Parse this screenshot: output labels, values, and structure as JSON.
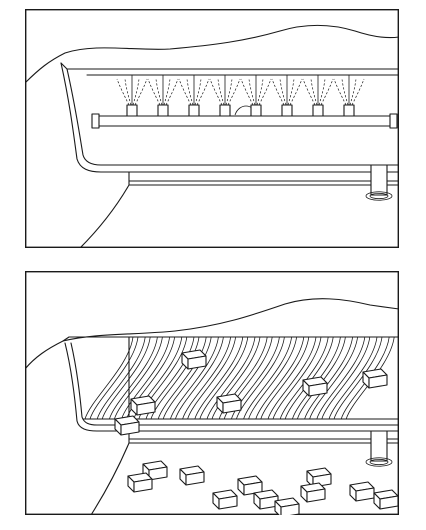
{
  "figure": {
    "panels": [
      {
        "id": "top",
        "label": "",
        "nozzle_count": 8
      },
      {
        "id": "bottom",
        "label": "",
        "slat_count": 22,
        "cubes_on_conveyor": 6,
        "cubes_on_floor": 11
      }
    ],
    "colors": {
      "line": "#1a1a1a",
      "background": "#ffffff"
    }
  }
}
